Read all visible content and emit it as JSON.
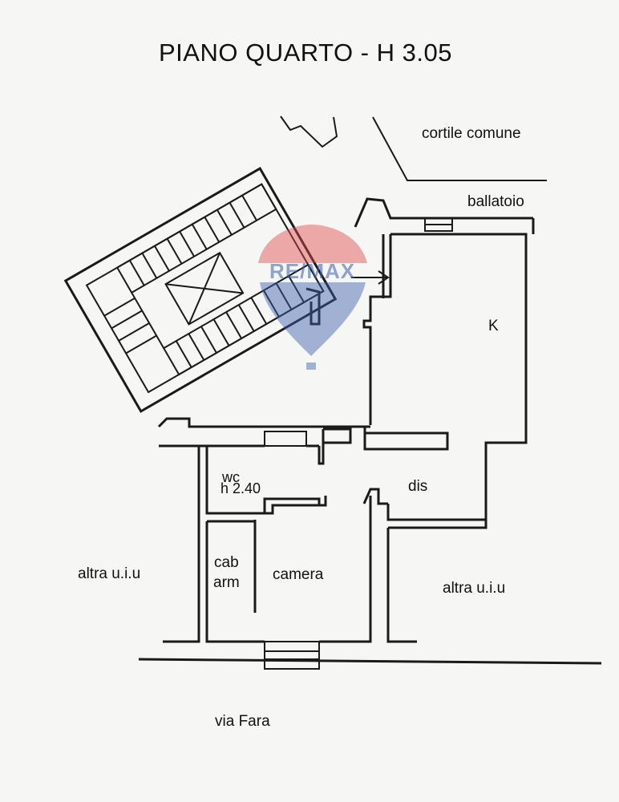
{
  "plan": {
    "title": "PIANO QUARTO - H 3.05",
    "labels": {
      "cortile": "cortile comune",
      "ballatoio": "ballatoio",
      "kitchen": "K",
      "dis": "dis",
      "wc": "wc",
      "wc_height": "h 2.40",
      "cab": "cab",
      "arm": "arm",
      "camera": "camera",
      "altra_left": "altra u.i.u",
      "altra_right": "altra u.i.u",
      "street": "via Fara"
    }
  },
  "watermark": {
    "text": "RE/MAX",
    "colors": {
      "red": "#e04a4a",
      "blue": "#3a5fae",
      "text": "#3a5fae"
    }
  }
}
